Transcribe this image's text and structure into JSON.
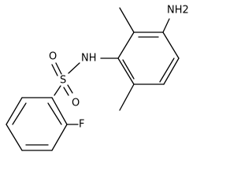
{
  "molecule": {
    "atom_labels": {
      "amine": "NH2",
      "sulfonamide_nh": "NH",
      "sulfur": "S",
      "oxygen_upper": "O",
      "oxygen_lower": "O",
      "fluorine": "F"
    }
  }
}
